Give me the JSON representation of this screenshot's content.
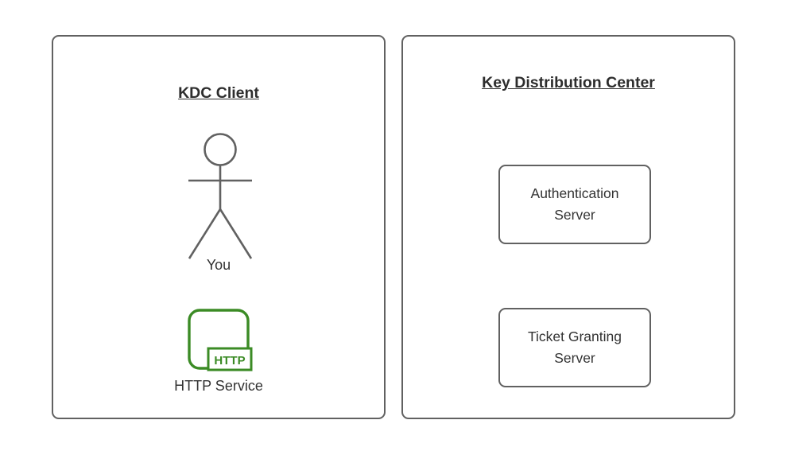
{
  "colors": {
    "panel_border": "#616161",
    "figure_stroke": "#616161",
    "text": "#333333",
    "title_text": "#2d2d2d",
    "accent_green": "#3b8b25",
    "background": "#ffffff"
  },
  "client_panel": {
    "title": "KDC Client",
    "actor": {
      "icon": "stick-figure-icon",
      "label": "You"
    },
    "service": {
      "icon": "http-service-icon",
      "badge": "HTTP",
      "label": "HTTP Service"
    }
  },
  "kdc_panel": {
    "title": "Key Distribution Center",
    "servers": [
      {
        "label": "Authentication Server"
      },
      {
        "label": "Ticket Granting Server"
      }
    ]
  }
}
